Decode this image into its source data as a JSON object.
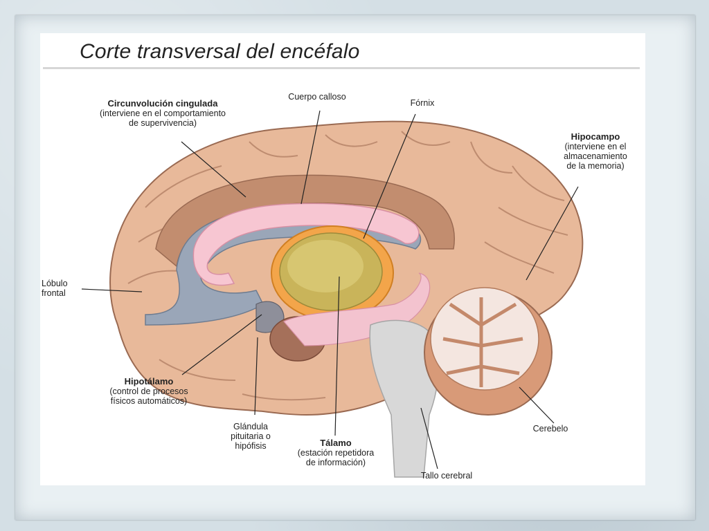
{
  "title": "Corte transversal del encéfalo",
  "labels": {
    "cingulada": {
      "name": "Circunvolución cingulada",
      "desc1": "(interviene en el comportamiento",
      "desc2": "de supervivencia)"
    },
    "calloso": {
      "name": "Cuerpo calloso"
    },
    "fornix": {
      "name": "Fórnix"
    },
    "hipocampo": {
      "name": "Hipocampo",
      "desc1": "(interviene en el",
      "desc2": "almacenamiento",
      "desc3": "de la memoria)"
    },
    "lobulo": {
      "line1": "Lóbulo",
      "line2": "frontal"
    },
    "hipotalamo": {
      "name": "Hipotálamo",
      "desc1": "(control de procesos",
      "desc2": "físicos automáticos)"
    },
    "glandula": {
      "line1": "Glándula",
      "line2": "pituitaria o",
      "line3": "hipófisis"
    },
    "talamo": {
      "name": "Tálamo",
      "desc1": "(estación repetidora",
      "desc2": "de información)"
    },
    "cerebelo": {
      "name": "Cerebelo"
    },
    "tallo": {
      "name": "Tallo cerebral"
    }
  }
}
